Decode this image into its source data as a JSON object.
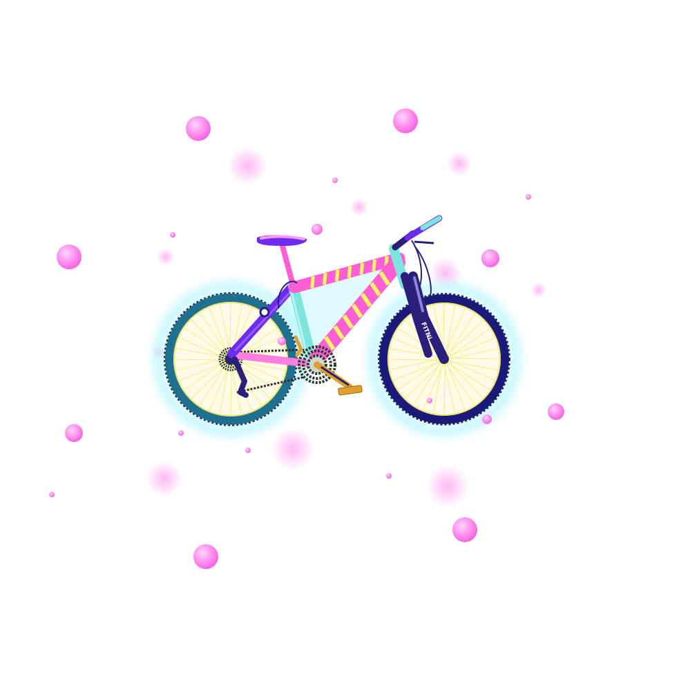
{
  "illustration": {
    "subject": "mountain-bike",
    "background_color": "#ffffff",
    "colors": {
      "frame_pink": "#ff5fd2",
      "frame_stripe": "#fff36a",
      "frame_purple": "#6c2cf0",
      "seat_tube_cyan": "#7fe3df",
      "fork_navy": "#2a1f7a",
      "tire_teal": "#1f6f8f",
      "tire_navy": "#1a1a7a",
      "rim_fill": "#fffbe8",
      "spokes": "#f2ee78",
      "glow": "#bff6ff",
      "bubble": "#ff8cf0",
      "crank_gold": "#e0a030"
    },
    "fork_marking": "FITNi",
    "bubble_count": 30
  }
}
